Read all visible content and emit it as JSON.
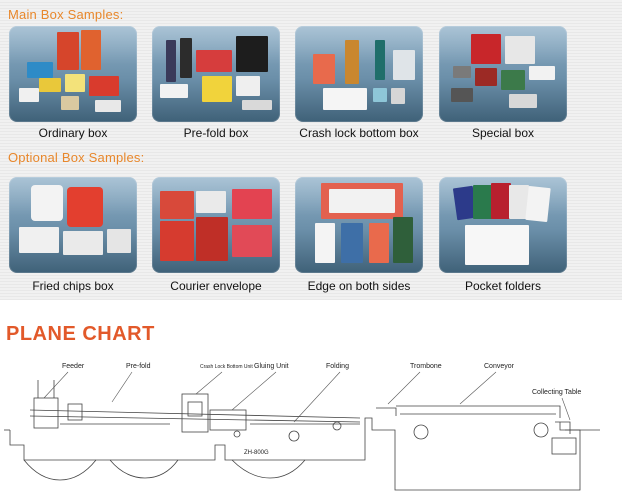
{
  "sections": {
    "main_title": "Main Box Samples:",
    "optional_title": "Optional Box Samples:"
  },
  "main_samples": [
    {
      "label": "Ordinary box"
    },
    {
      "label": "Pre-fold box"
    },
    {
      "label": "Crash lock bottom box"
    },
    {
      "label": "Special box"
    }
  ],
  "optional_samples": [
    {
      "label": "Fried chips box"
    },
    {
      "label": "Courier envelope"
    },
    {
      "label": "Edge on both sides"
    },
    {
      "label": "Pocket folders"
    }
  ],
  "plane_chart": {
    "title": "PLANE CHART",
    "labels": {
      "feeder": "Feeder",
      "prefold": "Pre-fold",
      "crash_lock": "Crash Lock Bottom Unit",
      "gluing": "Gluing Unit",
      "folding": "Folding",
      "trombone": "Trombone",
      "conveyor": "Conveyor",
      "collecting": "Collecting Table",
      "model": "ZH-800G"
    }
  },
  "colors": {
    "section_title": "#e8872b",
    "plane_title": "#e2592a"
  }
}
